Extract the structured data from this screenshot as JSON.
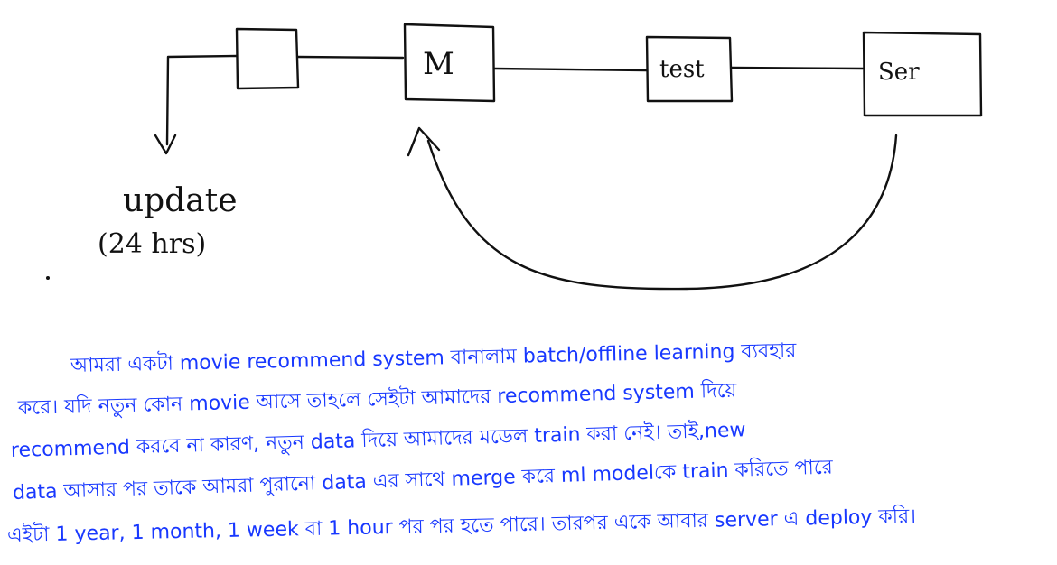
{
  "diagram": {
    "nodes": [
      {
        "id": "batch",
        "label": ""
      },
      {
        "id": "model",
        "label": "M"
      },
      {
        "id": "test",
        "label": "test"
      },
      {
        "id": "server",
        "label": "Ser"
      }
    ],
    "update_label": "update",
    "update_interval": "(24 hrs)"
  },
  "note": {
    "lines": [
      "আমরা একটা movie recommend system বানালাম batch/offline learning ব্যবহার",
      "করে। যদি নতুন কোন movie আসে তাহলে সেইটা আমাদের recommend system দিয়ে",
      "recommend করবে না কারণ, নতুন data দিয়ে আমাদের মডেল train করা নেই। তাই,new",
      "data আসার পর তাকে আমরা পুরানো data এর সাথে merge করে ml modelকে train করিতে পারে",
      "এইটা 1 year, 1 month, 1 week বা 1 hour পর পর হতে পারে। তারপর একে আবার server এ deploy করি।"
    ]
  }
}
